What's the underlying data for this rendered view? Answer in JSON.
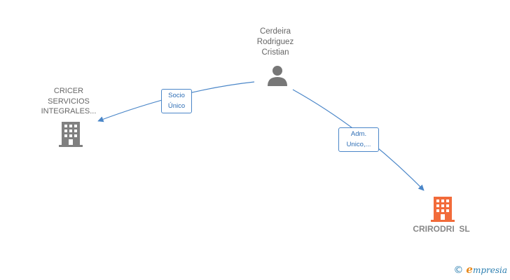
{
  "nodes": {
    "person": {
      "line1": "Cerdeira",
      "line2": "Rodriguez",
      "line3": "Cristian"
    },
    "company1": {
      "line1": "CRICER",
      "line2": "SERVICIOS",
      "line3": "INTEGRALES..."
    },
    "company2": {
      "name": "CRIRODRI  SL"
    }
  },
  "edges": {
    "edge1": {
      "line1": "Socio",
      "line2": "Único"
    },
    "edge2": {
      "line1": "Adm.",
      "line2": "Unico,..."
    }
  },
  "colors": {
    "edge": "#4a86c8",
    "person_icon": "#777777",
    "company_icon": "#808080",
    "company_highlight": "#f26b3a"
  },
  "icons": {
    "person": "person-icon",
    "company1": "building-icon",
    "company2": "building-icon-highlighted"
  },
  "brand": {
    "copyright": "©",
    "initial": "e",
    "rest": "mpresia"
  }
}
